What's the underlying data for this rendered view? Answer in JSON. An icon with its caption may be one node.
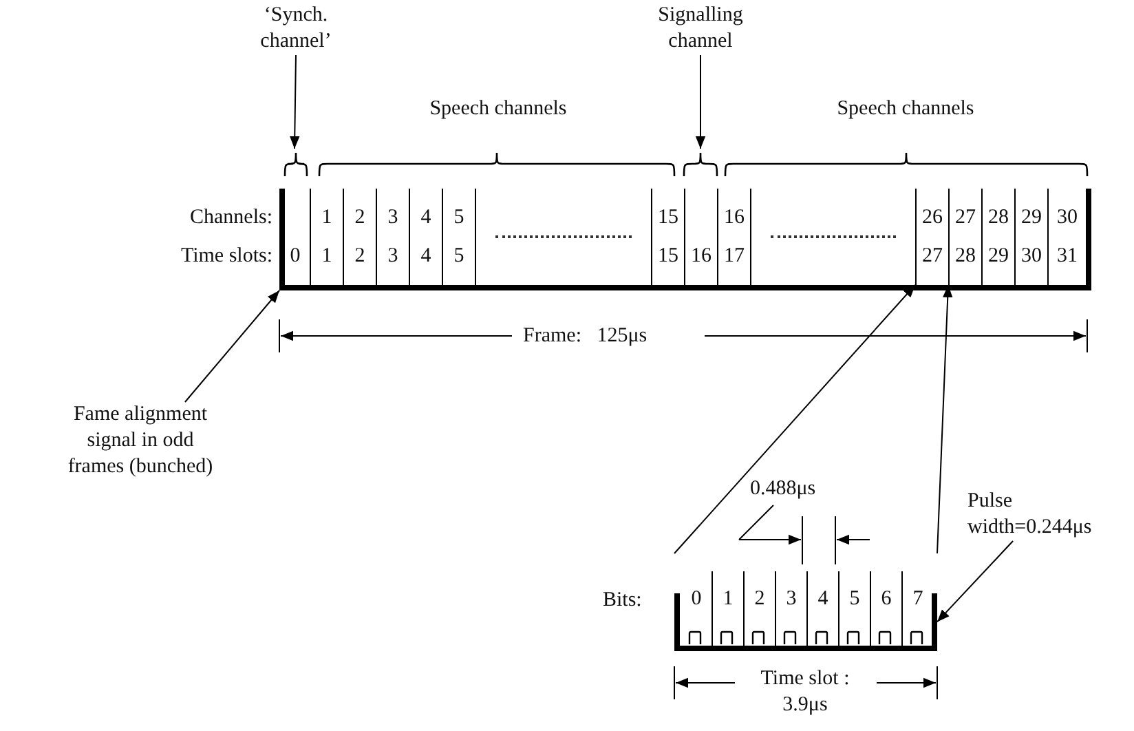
{
  "diagram": {
    "nodes": [
      {
        "text": [
          "‘Synch. channel’"
        ]
      },
      {
        "text": [
          "Signalling channel"
        ]
      },
      {
        "text": [
          "Speech channels"
        ]
      },
      {
        "text": [
          "Speech channels"
        ]
      },
      {
        "text": [],
        "shape": "bar"
      },
      {
        "text": [
          "0"
        ],
        "in": 4
      },
      {
        "text": [
          "1",
          "1"
        ],
        "in": 4
      },
      {
        "text": [
          "2",
          "2"
        ],
        "in": 4
      },
      {
        "text": [
          "3",
          "3"
        ],
        "in": 4
      },
      {
        "text": [
          "4",
          "4"
        ],
        "in": 4
      },
      {
        "text": [
          "5",
          "5"
        ],
        "in": 4
      },
      {
        "text": [
          "15",
          "15"
        ],
        "in": 4
      },
      {
        "text": [
          "16"
        ],
        "in": 4
      },
      {
        "text": [
          "16",
          "17"
        ],
        "in": 4
      },
      {
        "text": [
          "26",
          "27"
        ],
        "in": 4
      },
      {
        "text": [
          "27",
          "28"
        ],
        "in": 4
      },
      {
        "text": [
          "28",
          "29"
        ],
        "in": 4
      },
      {
        "text": [
          "29",
          "30"
        ],
        "in": 4
      },
      {
        "text": [
          "30",
          "31"
        ],
        "in": 4
      },
      {
        "text": [
          "Fame alignment signal in odd frames (bunched)"
        ]
      },
      {
        "text": [
          "Pulse width=0.244μs"
        ]
      },
      {
        "text": [],
        "shape": "bar"
      },
      {
        "text": [
          "0"
        ],
        "in": 21
      },
      {
        "text": [
          "1"
        ],
        "in": 21
      },
      {
        "text": [
          "2"
        ],
        "in": 21
      },
      {
        "text": [
          "3"
        ],
        "in": 21
      },
      {
        "text": [
          "4"
        ],
        "in": 21
      },
      {
        "text": [
          "5"
        ],
        "in": 21
      },
      {
        "text": [
          "6"
        ],
        "in": 21
      },
      {
        "text": [
          "7"
        ],
        "in": 21
      }
    ],
    "edges": [
      {
        "from": 0,
        "to": 5,
        "arrow": "to"
      },
      {
        "from": 1,
        "to": 12,
        "arrow": "to"
      },
      {
        "from": 19,
        "to": 4,
        "arrow": "to"
      },
      {
        "from": 21,
        "to": 14,
        "arrow": "to"
      },
      {
        "from": 21,
        "to": 15,
        "arrow": "to"
      },
      {
        "from": 20,
        "to": 21,
        "arrow": "to"
      }
    ],
    "labels": [
      "Channels:",
      "Time slots:",
      "Frame:   125μs",
      "0.488μs",
      "Bits:",
      "Time slot : 3.9μs"
    ]
  }
}
